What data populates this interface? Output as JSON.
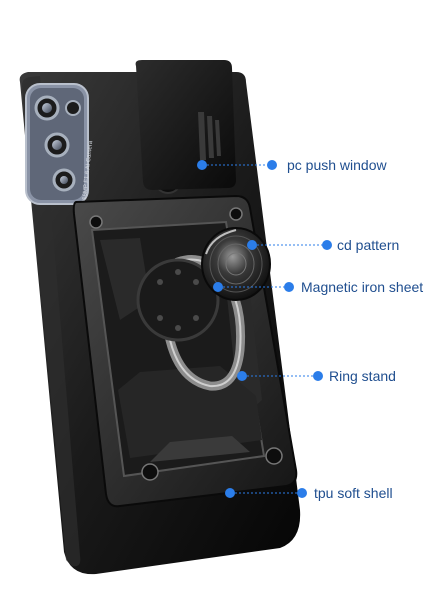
{
  "product": {
    "icon": "phone-case-illustration",
    "accent_color": "#2b7de9",
    "case_color": "#111111",
    "frame_color": "#2b2b2b",
    "camera_label": "16MP  F1.6  AI  Camera"
  },
  "callouts": [
    {
      "key": "push-window",
      "label": "pc push window"
    },
    {
      "key": "cd-pattern",
      "label": "cd pattern"
    },
    {
      "key": "magnetic-iron",
      "label": "Magnetic iron sheet"
    },
    {
      "key": "ring-stand",
      "label": "Ring stand"
    },
    {
      "key": "tpu-shell",
      "label": "tpu soft shell"
    }
  ]
}
